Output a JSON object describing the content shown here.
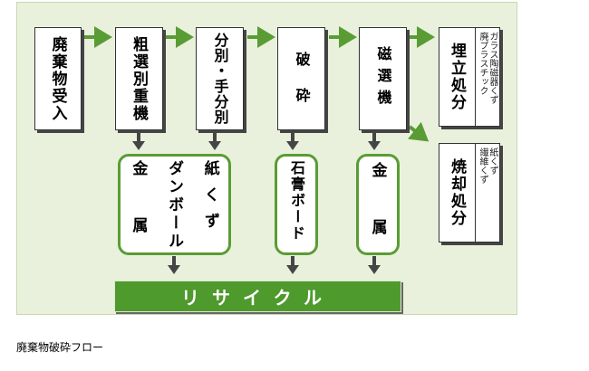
{
  "diagram": {
    "caption": "廃棄物破砕フロー",
    "steps": [
      {
        "id": "input",
        "label": "廃棄物受入"
      },
      {
        "id": "coarse",
        "label": "粗選別重機"
      },
      {
        "id": "manual",
        "label": "分別・手分別"
      },
      {
        "id": "crush",
        "label": "破　砕"
      },
      {
        "id": "magnet",
        "label": "磁選機"
      }
    ],
    "disposal": [
      {
        "id": "landfill",
        "label": "埋立処分",
        "items": [
          "廃プラスチック",
          "ガラス陶磁器くず"
        ]
      },
      {
        "id": "incinerate",
        "label": "焼却処分",
        "items": [
          "繊維くず",
          "紙くず"
        ]
      }
    ],
    "recovered": [
      {
        "id": "paper-cardboard-metal",
        "columns": [
          "紙くず",
          "ダンボール",
          "金属"
        ]
      },
      {
        "id": "gypsum",
        "columns": [
          "石膏ボード"
        ]
      },
      {
        "id": "metal",
        "columns": [
          "金属"
        ]
      }
    ],
    "recycle_label": "リサイクル",
    "colors": {
      "arrow": "#5a9c34",
      "down_arrow": "#454545",
      "panel": "#e9f1dd",
      "recycle": "#4f9a2d"
    }
  }
}
